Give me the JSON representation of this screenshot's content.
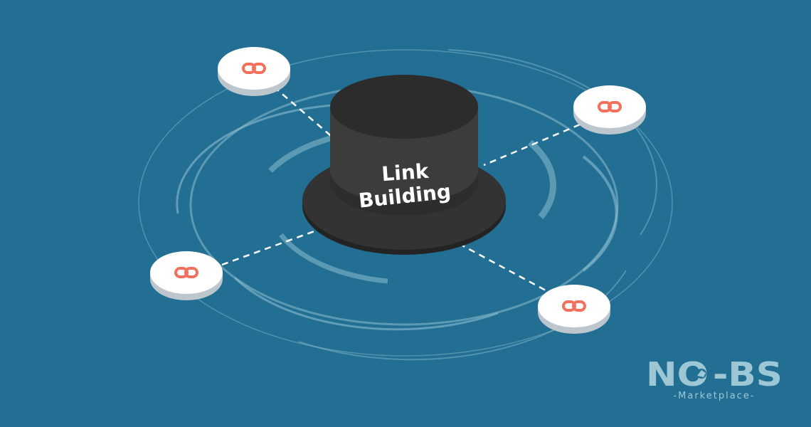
{
  "hat": {
    "line1": "Link",
    "line2": "Building"
  },
  "logo": {
    "left": "NO",
    "right": "-BS",
    "sub": "-Marketplace-"
  },
  "colors": {
    "background": "#226f93",
    "hat": "#333333",
    "link_icon": "#f2715e",
    "rings": "#8cbdd0"
  },
  "icons": {
    "hat": "top-hat-icon",
    "link": "chain-link-icon",
    "logo": "bull-icon"
  }
}
